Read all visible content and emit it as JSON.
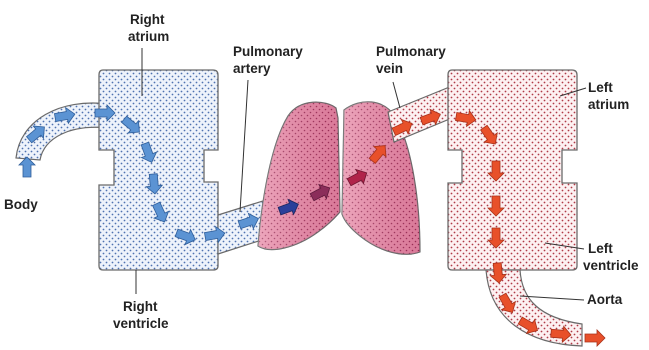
{
  "labels": {
    "body": "Body",
    "right_atrium_line1": "Right",
    "right_atrium_line2": "atrium",
    "pulmonary_artery_line1": "Pulmonary",
    "pulmonary_artery_line2": "artery",
    "pulmonary_vein_line1": "Pulmonary",
    "pulmonary_vein_line2": "vein",
    "left_atrium_line1": "Left",
    "left_atrium_line2": "atrium",
    "left_ventricle_line1": "Left",
    "left_ventricle_line2": "ventricle",
    "aorta": "Aorta",
    "right_ventricle_line1": "Right",
    "right_ventricle_line2": "ventricle"
  },
  "colors": {
    "deoxygenated_arrow": "#5b93d3",
    "oxygenated_arrow": "#e8502a",
    "lung_fill": "#e98aa8",
    "right_heart_fill": "#edf3fb",
    "left_heart_fill": "#fdf0f1",
    "outline": "#555555",
    "label_text": "#222222"
  },
  "icons": {
    "flow_arrow": "arrow-icon",
    "lung": "lung-icon"
  }
}
